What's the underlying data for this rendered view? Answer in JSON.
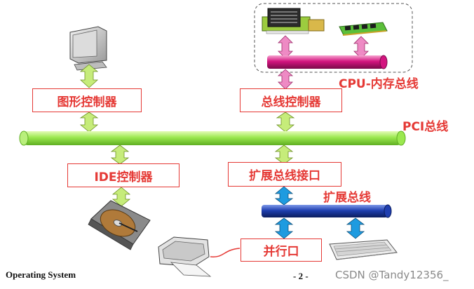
{
  "labels": {
    "graphics_controller": "图形控制器",
    "bus_controller": "总线控制器",
    "ide_controller": "IDE控制器",
    "expansion_interface": "扩展总线接口",
    "parallel_port": "并行口"
  },
  "buses": {
    "cpu_memory": "CPU-内存总线",
    "pci": "PCI总线",
    "expansion": "扩展总线"
  },
  "footer": {
    "course": "Operating System",
    "page": "- 2 -",
    "watermark": "CSDN @Tandy12356_"
  },
  "colors": {
    "accent_red": "#e53935",
    "pci_bus": "#9be84f",
    "cpu_bus": "#d3147f",
    "expansion_bus": "#1f3fb0",
    "arrow_green": "#c6ec7a",
    "arrow_pink": "#ee8ac4",
    "arrow_blue": "#1e9be0"
  }
}
